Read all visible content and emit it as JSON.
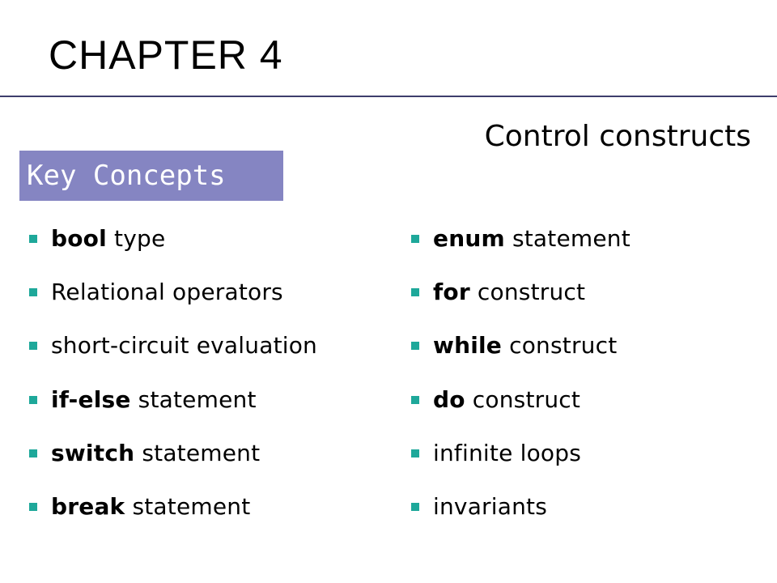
{
  "slide": {
    "title": "CHAPTER 4",
    "subtitle": "Control constructs",
    "key_label": "Key Concepts",
    "accent_color": "#8585c2",
    "bullet_color": "#1ea89a",
    "rule_color": "#3d3d6b"
  },
  "left_items": [
    {
      "keyword": "bool",
      "rest": " type"
    },
    {
      "keyword": "",
      "rest": "Relational operators"
    },
    {
      "keyword": "",
      "rest": "short-circuit evaluation"
    },
    {
      "keyword": "if-else",
      "rest": " statement"
    },
    {
      "keyword": "switch",
      "rest": " statement"
    },
    {
      "keyword": "break",
      "rest": " statement"
    }
  ],
  "right_items": [
    {
      "keyword": "enum",
      "rest": " statement"
    },
    {
      "keyword": "for",
      "rest": " construct"
    },
    {
      "keyword": "while",
      "rest": " construct"
    },
    {
      "keyword": "do",
      "rest": " construct"
    },
    {
      "keyword": "",
      "rest": "infinite loops"
    },
    {
      "keyword": "",
      "rest": "invariants"
    }
  ]
}
